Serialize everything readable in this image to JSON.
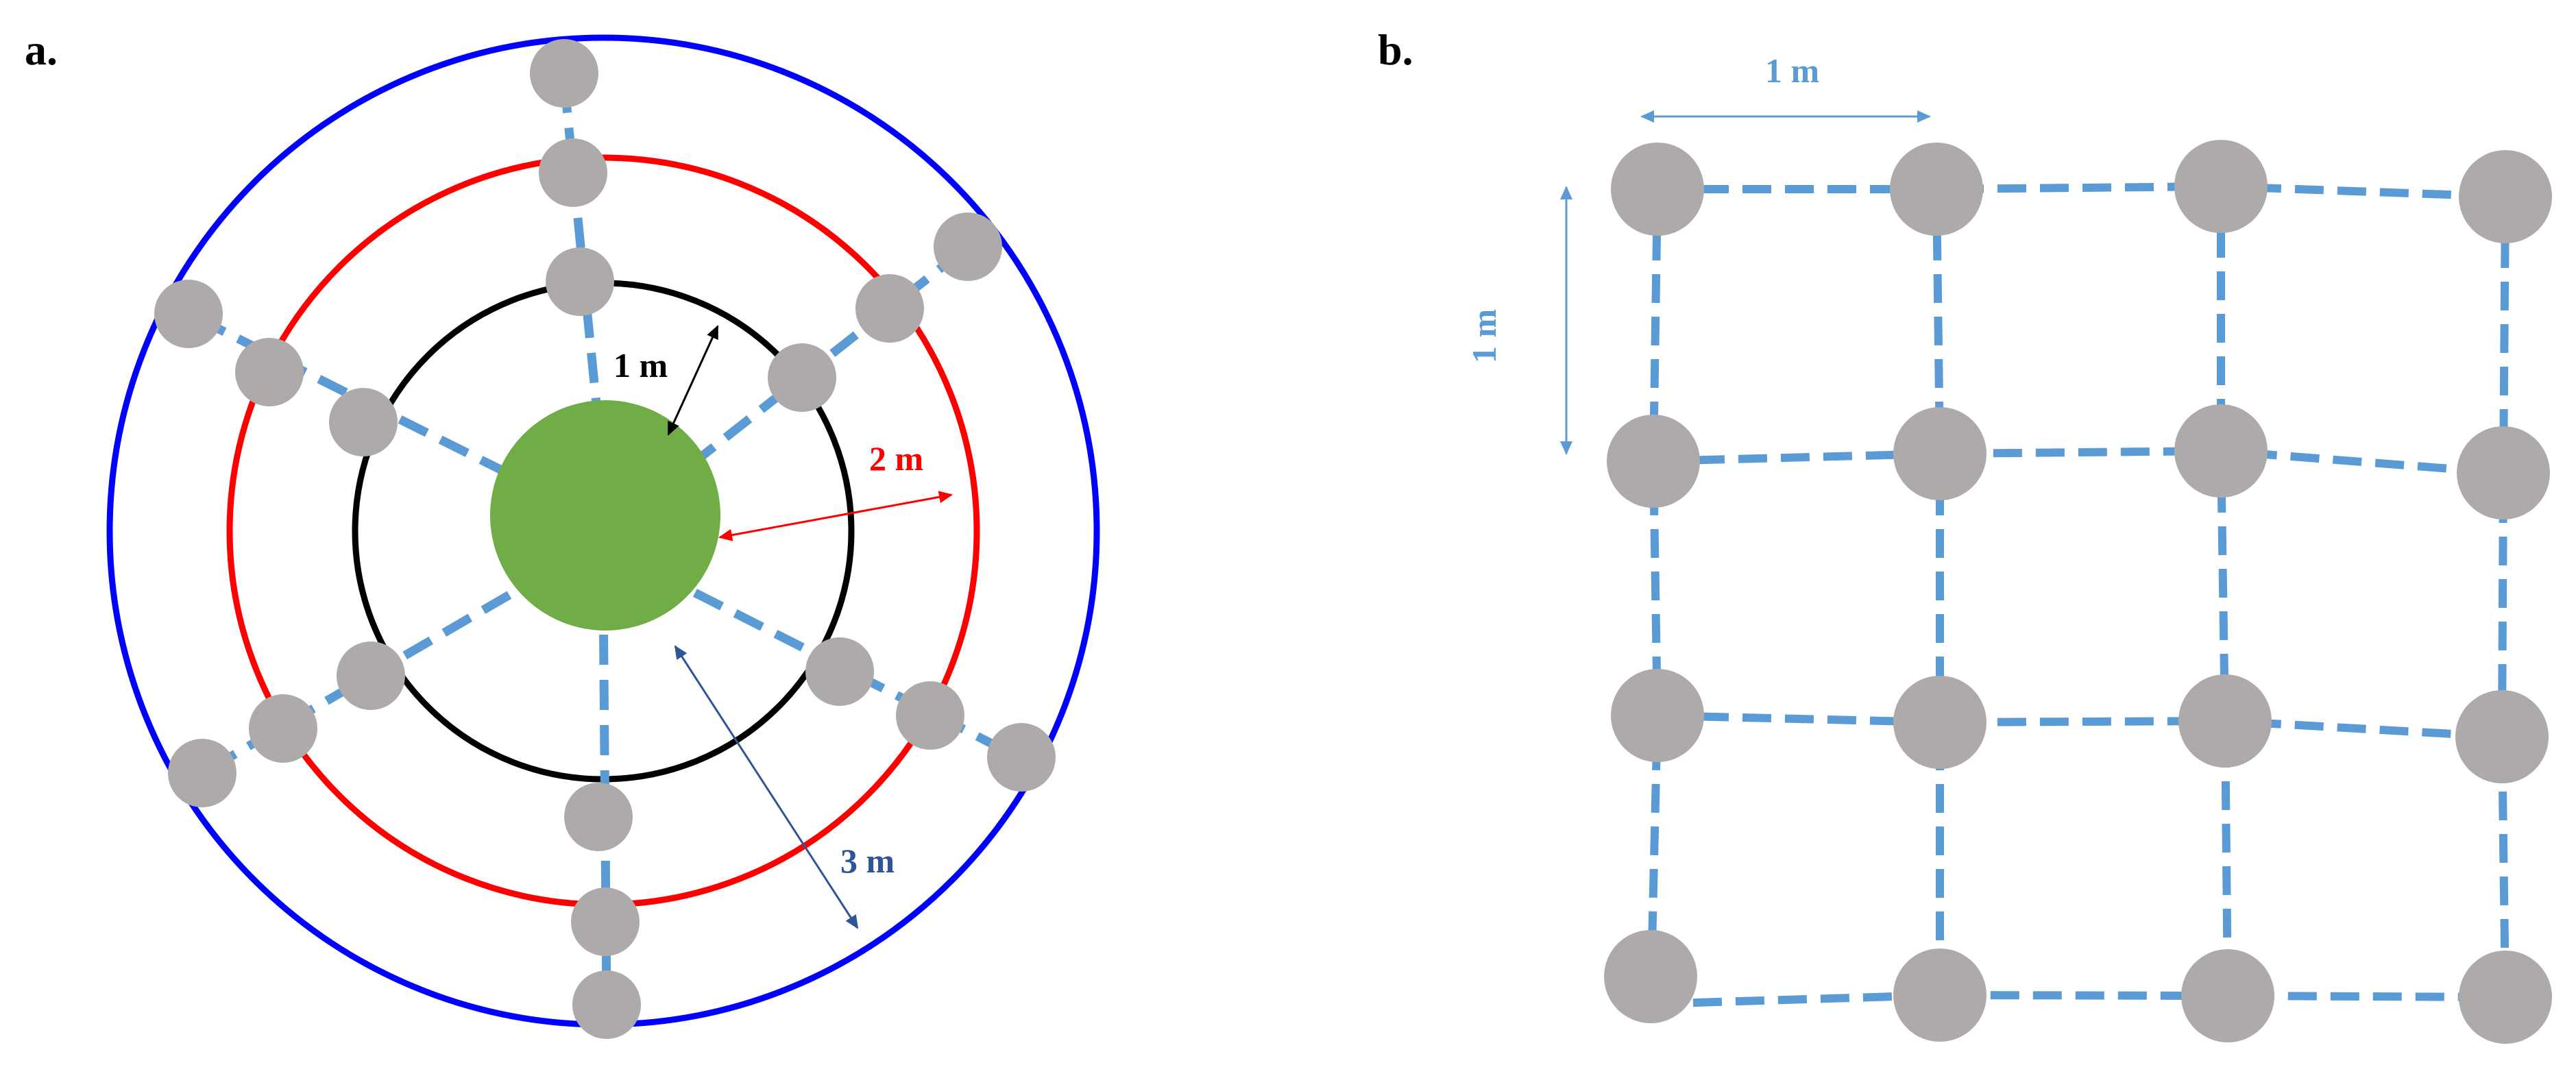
{
  "panels": {
    "a": {
      "label": "a.",
      "dimensions": {
        "inner": "1 m",
        "middle": "2 m",
        "outer": "3 m"
      },
      "colors": {
        "tree": "#70ad47",
        "inner_ring": "#000000",
        "middle_ring": "#ff0000",
        "outer_ring": "#0000ff",
        "outer_label": "#2f5597",
        "transect": "#5b9bd5",
        "sampling_point": "#aeaaaa"
      },
      "transects": 6
    },
    "b": {
      "label": "b.",
      "dimensions": {
        "horizontal": "1 m",
        "vertical": "1 m"
      },
      "colors": {
        "grid_line": "#5b9bd5",
        "label": "#5b9bd5",
        "sampling_point": "#aeaaaa"
      },
      "grid": "4x4"
    }
  }
}
